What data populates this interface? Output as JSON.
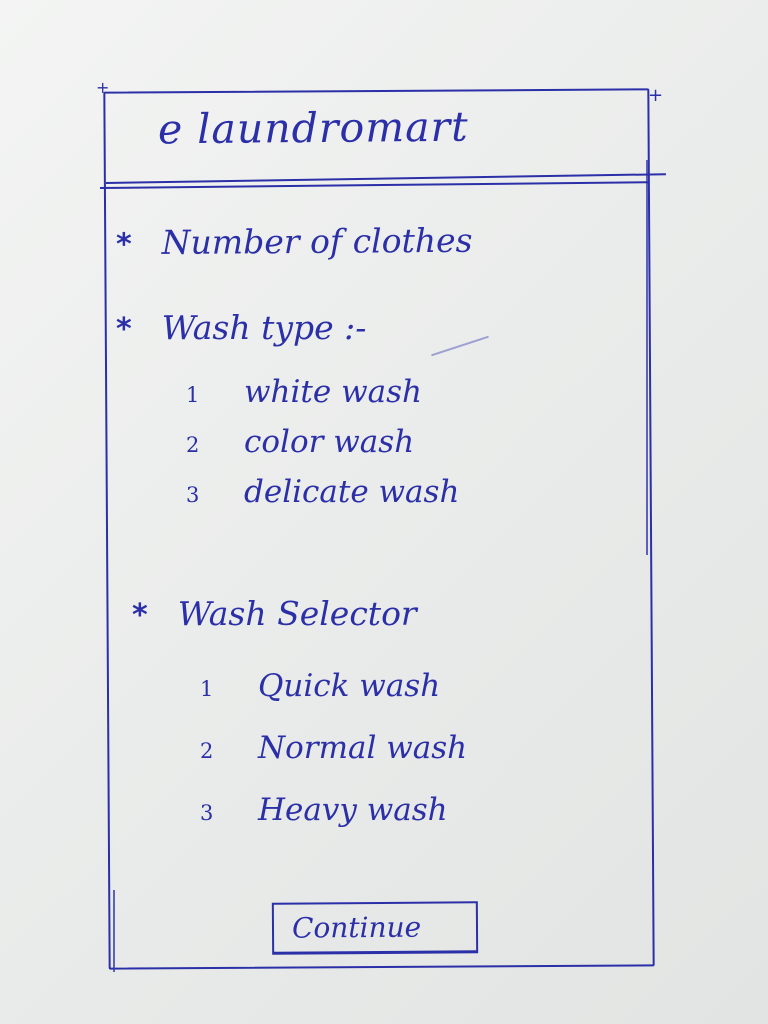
{
  "app": {
    "title": "e laundromart"
  },
  "sections": {
    "clothes": {
      "bullet": "*",
      "label": "Number of clothes"
    },
    "wash_type": {
      "bullet": "*",
      "label": "Wash type :-",
      "options": [
        {
          "num": "1",
          "label": "white wash"
        },
        {
          "num": "2",
          "label": "color wash"
        },
        {
          "num": "3",
          "label": "delicate wash"
        }
      ]
    },
    "wash_selector": {
      "bullet": "*",
      "label": "Wash Selector",
      "options": [
        {
          "num": "1",
          "label": "Quick wash"
        },
        {
          "num": "2",
          "label": "Normal wash"
        },
        {
          "num": "3",
          "label": "Heavy wash"
        }
      ]
    }
  },
  "actions": {
    "continue_label": "Continue"
  },
  "colors": {
    "ink": "#2b2fa8",
    "paper": "#eceeed"
  }
}
